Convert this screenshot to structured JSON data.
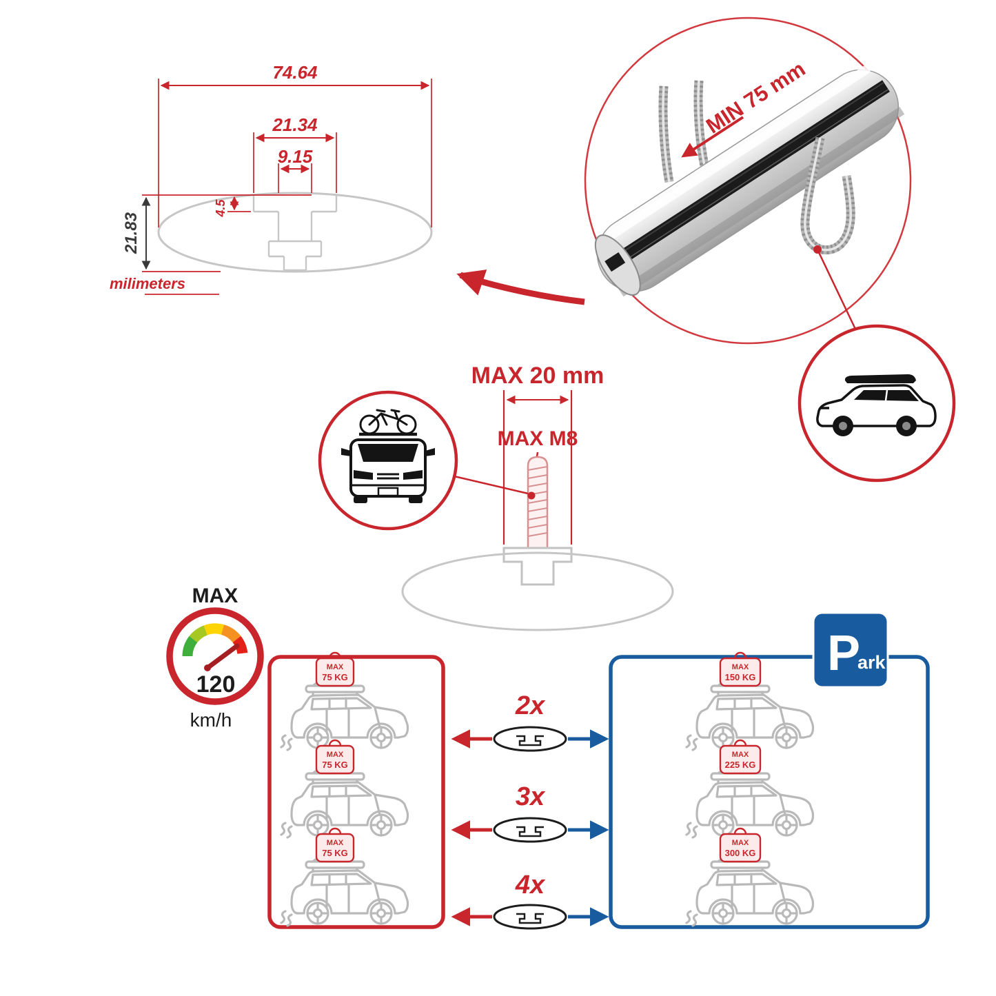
{
  "colors": {
    "red": "#c9252c",
    "blue": "#185b9e",
    "gray": "#c6c6c6",
    "dark": "#1c1c1c"
  },
  "cross_section": {
    "total_width": "74.64",
    "channel_outer_width": "21.34",
    "slot_width": "9.15",
    "lip_depth": "4.5",
    "total_height": "21.83",
    "units_label": "milimeters"
  },
  "bar_detail": {
    "min_clamp_label": "MIN 75 mm"
  },
  "bolt_detail": {
    "max_depth_label": "MAX 20 mm",
    "max_thread_label": "MAX M8"
  },
  "speed_limit": {
    "title": "MAX",
    "value": "120",
    "unit": "km/h"
  },
  "parking_sign": {
    "big_letter": "P",
    "small_letters": "ark"
  },
  "capacity": {
    "rows": [
      {
        "count": "2x",
        "left_tag": {
          "max": "MAX",
          "weight": "75 KG"
        },
        "right_tag": {
          "max": "MAX",
          "weight": "150 KG"
        }
      },
      {
        "count": "3x",
        "left_tag": {
          "max": "MAX",
          "weight": "75 KG"
        },
        "right_tag": {
          "max": "MAX",
          "weight": "225 KG"
        }
      },
      {
        "count": "4x",
        "left_tag": {
          "max": "MAX",
          "weight": "75 KG"
        },
        "right_tag": {
          "max": "MAX",
          "weight": "300 KG"
        }
      }
    ]
  }
}
